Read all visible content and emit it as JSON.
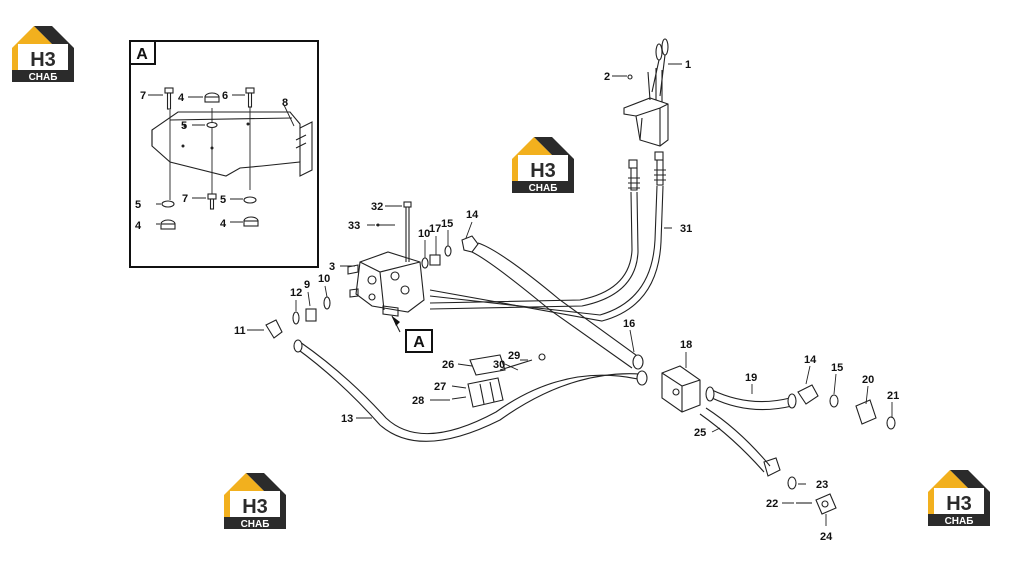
{
  "logo": {
    "text_top": "H3",
    "text_bottom": "СНАБ",
    "accent": "#f2b01e",
    "dark": "#2b2b2b"
  },
  "inset": {
    "label": "A"
  },
  "callout_label": "A",
  "part_numbers": {
    "n1": "1",
    "n2": "2",
    "n3": "3",
    "n4a": "4",
    "n4b": "4",
    "n4c": "4",
    "n5a": "5",
    "n5b": "5",
    "n5c": "5",
    "n6": "6",
    "n7a": "7",
    "n7b": "7",
    "n8": "8",
    "n9": "9",
    "n10a": "10",
    "n10b": "10",
    "n11": "11",
    "n12": "12",
    "n13": "13",
    "n14a": "14",
    "n14b": "14",
    "n15a": "15",
    "n15b": "15",
    "n16": "16",
    "n17": "17",
    "n18": "18",
    "n19": "19",
    "n20": "20",
    "n21": "21",
    "n22": "22",
    "n23": "23",
    "n24": "24",
    "n25": "25",
    "n26": "26",
    "n27": "27",
    "n28": "28",
    "n29": "29",
    "n30": "30",
    "n31": "31",
    "n32": "32",
    "n33": "33"
  }
}
